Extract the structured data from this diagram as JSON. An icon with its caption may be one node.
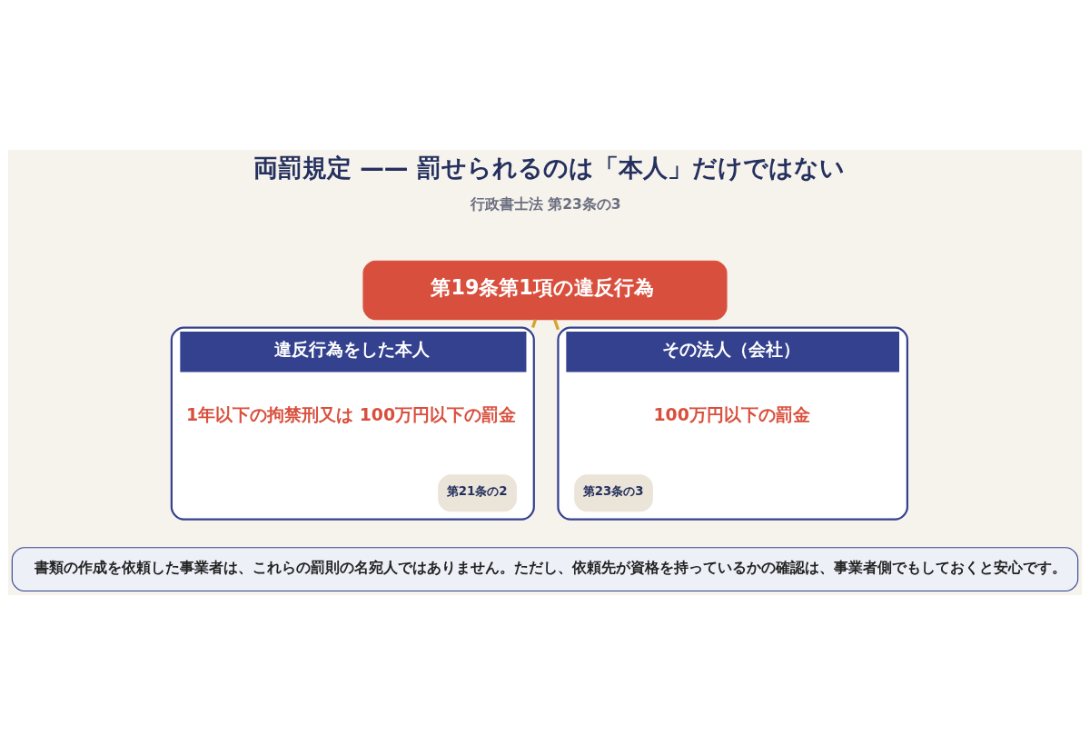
{
  "diagram": {
    "title": "両罰規定 —— 罰せられるのは「本人」だけではない",
    "nodes": [
      {
        "text": [
          "第19条第1項の違反行為"
        ]
      },
      {
        "text": [
          "違反行為をした本人",
          "1年以下の拘禁刑又は 100万円以下の罰金"
        ]
      },
      {
        "text": [
          "第21条の2"
        ],
        "in": 1
      },
      {
        "text": [
          "その法人（会社）",
          "100万円以下の罰金"
        ]
      },
      {
        "text": [
          "第23条の3"
        ],
        "in": 3
      },
      {
        "text": [
          "書類の作成を依頼した事業者は、これらの罰則の名宛人ではありません。ただし、依頼先が資格を持っているかの確認は、事業者側でもしておくと安心です。"
        ]
      }
    ],
    "edges": [
      {
        "from": 0,
        "to": 1,
        "arrow": "none"
      },
      {
        "from": 0,
        "to": 3,
        "arrow": "none"
      }
    ],
    "labels": [
      "行政書士法 第23条の3"
    ]
  }
}
